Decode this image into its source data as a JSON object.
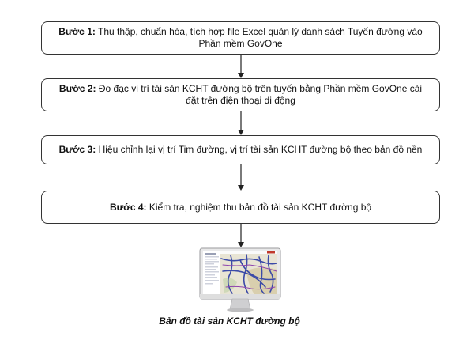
{
  "steps": [
    {
      "label": "Bước 1:",
      "text": "Thu thập, chuẩn hóa, tích hợp file Excel quản lý danh sách Tuyến đường vào Phần mềm GovOne"
    },
    {
      "label": "Bước 2:",
      "text": "Đo đạc vị trí tài sản KCHT đường bộ trên tuyến bằng Phần mềm GovOne cài đặt trên điện thoại di động"
    },
    {
      "label": "Bước 3:",
      "text": "Hiệu chỉnh lại vị trí Tim đường, vị trí tài sản KCHT đường bộ theo bản đồ nền"
    },
    {
      "label": "Bước 4:",
      "text": "Kiểm tra, nghiệm thu bản đồ tài sản KCHT đường bộ"
    }
  ],
  "caption": "Bản đồ tài sản KCHT đường bộ",
  "colors": {
    "border": "#333333",
    "arrow": "#222222",
    "route": "#3b4aa8"
  },
  "icons": [
    "monitor-icon"
  ]
}
